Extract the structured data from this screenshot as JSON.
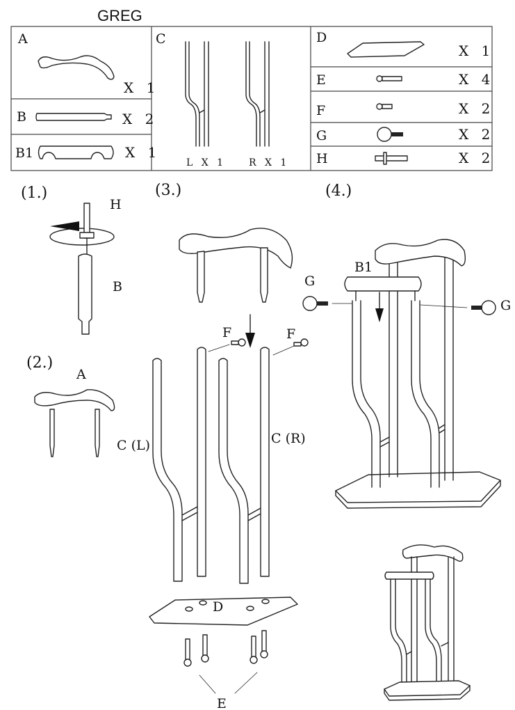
{
  "title": "GREG",
  "parts": [
    {
      "id": "A",
      "qty": "X 1"
    },
    {
      "id": "B",
      "qty": "X 2"
    },
    {
      "id": "B1",
      "qty": "X 1"
    },
    {
      "id": "C",
      "qty_left": "L X 1",
      "qty_right": "R X 1"
    },
    {
      "id": "D",
      "qty": "X 1"
    },
    {
      "id": "E",
      "qty": "X 4"
    },
    {
      "id": "F",
      "qty": "X 2"
    },
    {
      "id": "G",
      "qty": "X 2"
    },
    {
      "id": "H",
      "qty": "X 2"
    }
  ],
  "steps": {
    "s1": {
      "label": "(1.)",
      "callouts": [
        "H",
        "B"
      ]
    },
    "s2": {
      "label": "(2.)",
      "callouts": [
        "A"
      ]
    },
    "s3": {
      "label": "(3.)",
      "callouts": [
        "F",
        "F",
        "C (L)",
        "C (R)",
        "D",
        "E"
      ]
    },
    "s4": {
      "label": "(4.)",
      "callouts": [
        "G",
        "B1",
        "G"
      ]
    }
  }
}
